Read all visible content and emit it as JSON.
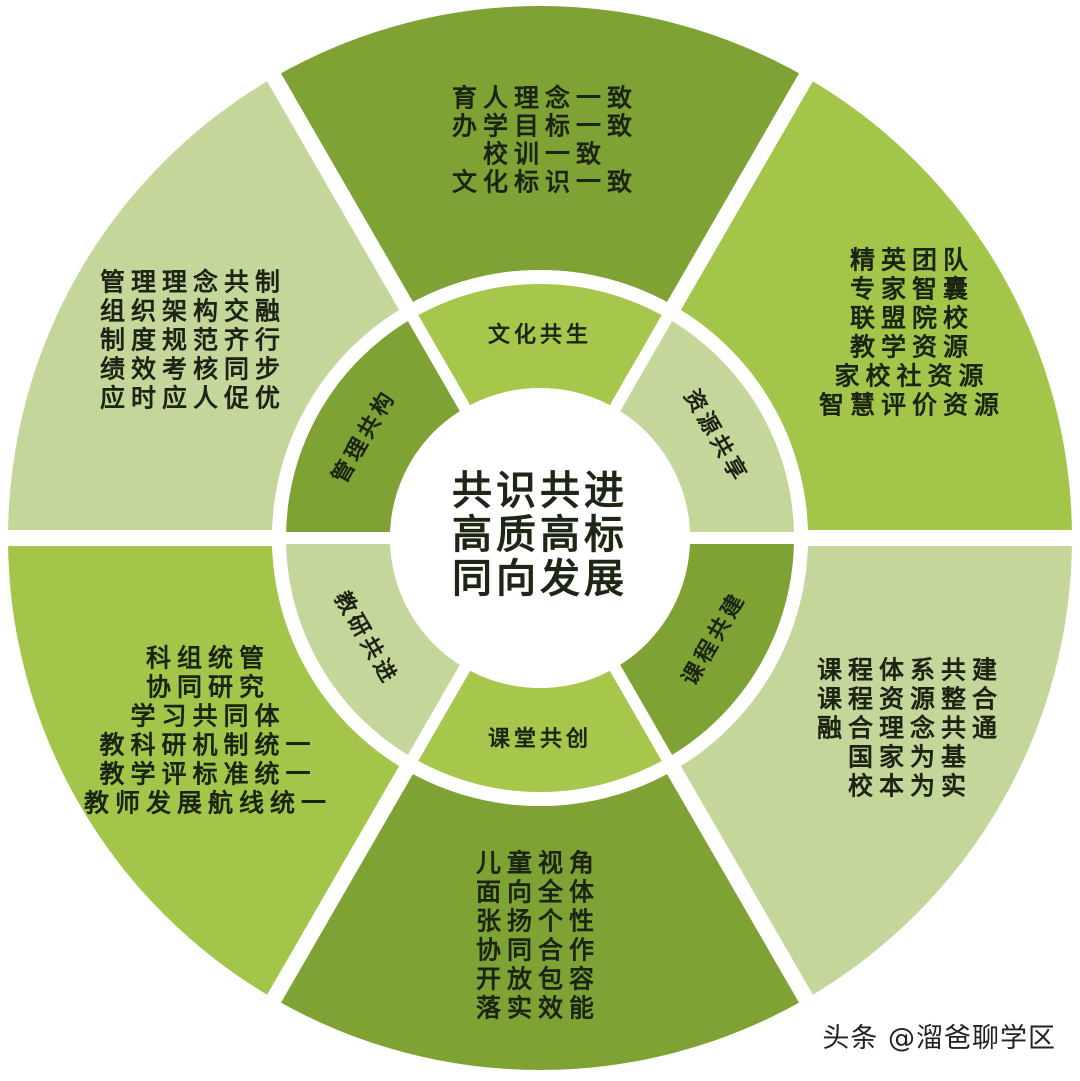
{
  "center": {
    "lines": [
      "共识共进",
      "高质高标",
      "同向发展"
    ]
  },
  "sections": [
    {
      "key": "culture",
      "color": "#7fa235",
      "inner_color": "#a6c64c",
      "inner_label": "文化共生",
      "outer_lines": [
        "育人理念一致",
        "办学目标一致",
        "校训一致",
        "文化标识一致"
      ]
    },
    {
      "key": "resources",
      "color": "#a3c549",
      "inner_color": "#c5d69b",
      "inner_label": "资源共享",
      "outer_lines": [
        "精英团队",
        "专家智囊",
        "联盟院校",
        "教学资源",
        "家校社资源",
        "智慧评价资源"
      ]
    },
    {
      "key": "curriculum",
      "color": "#c5d69b",
      "inner_color": "#7fa235",
      "inner_label": "课程共建",
      "outer_lines": [
        "课程体系共建",
        "课程资源整合",
        "融合理念共通",
        "国家为基",
        "校本为实"
      ]
    },
    {
      "key": "classroom",
      "color": "#7fa235",
      "inner_color": "#a6c64c",
      "inner_label": "课堂共创",
      "outer_lines": [
        "儿童视角",
        "面向全体",
        "张扬个性",
        "协同合作",
        "开放包容",
        "落实效能"
      ]
    },
    {
      "key": "research",
      "color": "#a3c549",
      "inner_color": "#c5d69b",
      "inner_label": "教研共进",
      "outer_lines": [
        "科组统管",
        "协同研究",
        "学习共同体",
        "教科研机制统一",
        "教学评标准统一",
        "教师发展航线统一"
      ]
    },
    {
      "key": "management",
      "color": "#c5d69b",
      "inner_color": "#7fa235",
      "inner_label": "管理共构",
      "outer_lines": [
        "管理理念共制",
        "组织架构交融",
        "制度规范齐行",
        "绩效考核同步",
        "应时应人促优"
      ]
    }
  ],
  "watermark": "头条 @溜爸聊学区"
}
